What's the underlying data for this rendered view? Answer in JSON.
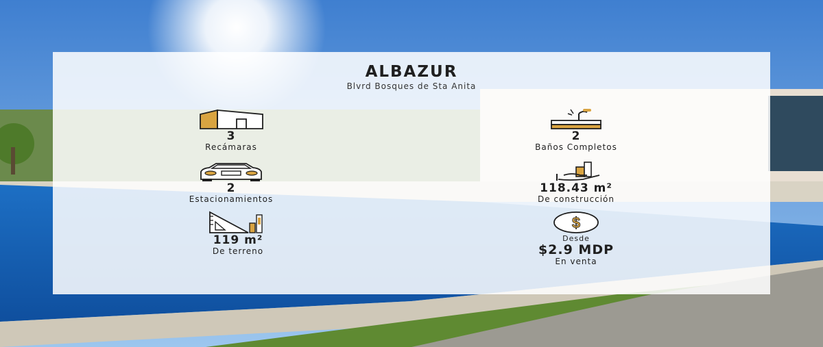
{
  "colors": {
    "accent": "#D9A441",
    "text": "#1F1F1F",
    "panel": "#FFFFFF"
  },
  "listing": {
    "title": "ALBAZUR",
    "address": "Blvrd Bosques de Sta Anita"
  },
  "features": {
    "bedrooms": {
      "value": "3",
      "label": "Recámaras",
      "icon": "house-icon"
    },
    "bathrooms": {
      "value": "2",
      "label": "Baños Completos",
      "icon": "sink-icon"
    },
    "parking": {
      "value": "2",
      "label": "Estacionamientos",
      "icon": "car-icon"
    },
    "construction": {
      "value": "118.43 m²",
      "label": "De construcción",
      "icon": "hand-building-icon"
    },
    "land": {
      "value": "119 m²",
      "label": "De terreno",
      "icon": "ruler-triangle-icon"
    },
    "price": {
      "prefix": "Desde",
      "value": "$2.9 MDP",
      "label": "En venta",
      "icon": "dollar-icon"
    }
  }
}
